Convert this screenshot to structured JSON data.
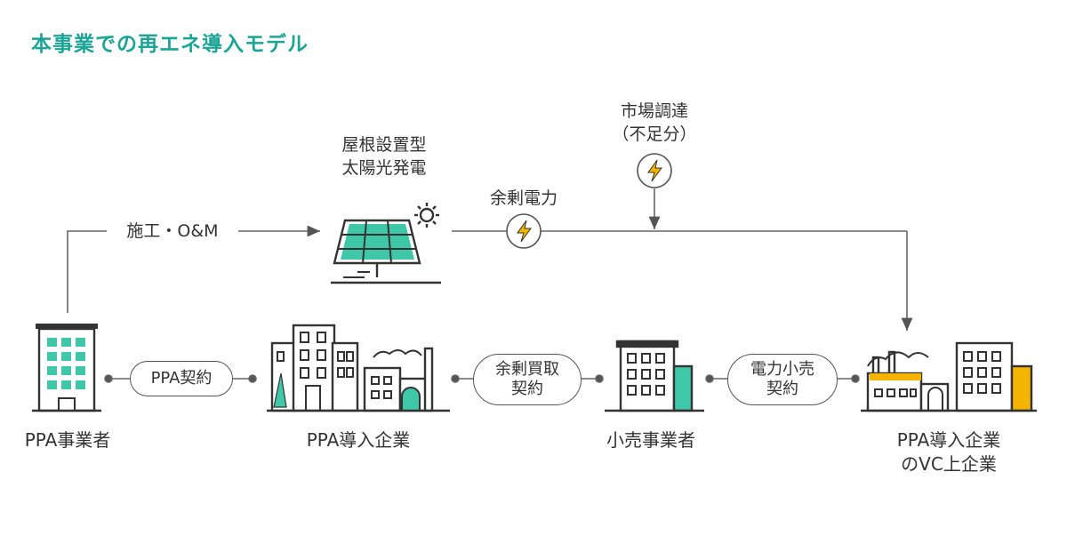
{
  "title": "本事業での再エネ導入モデル",
  "flows": {
    "construction": "施工・O&M",
    "solar_label": "屋根設置型\n太陽光発電",
    "surplus_power": "余剰電力",
    "market": "市場調達\n（不足分）"
  },
  "contracts": {
    "ppa": "PPA契約",
    "surplus_purchase": "余剰買取\n契約",
    "retail": "電力小売\n契約"
  },
  "entities": {
    "ppa_provider": "PPA事業者",
    "ppa_company": "PPA導入企業",
    "retailer": "小売事業者",
    "vc_company": "PPA導入企業\nのVC上企業"
  },
  "colors": {
    "accent": "#1aa596",
    "teal_fill": "#3ec8a8",
    "line": "#555555",
    "yellow": "#f4b400"
  }
}
